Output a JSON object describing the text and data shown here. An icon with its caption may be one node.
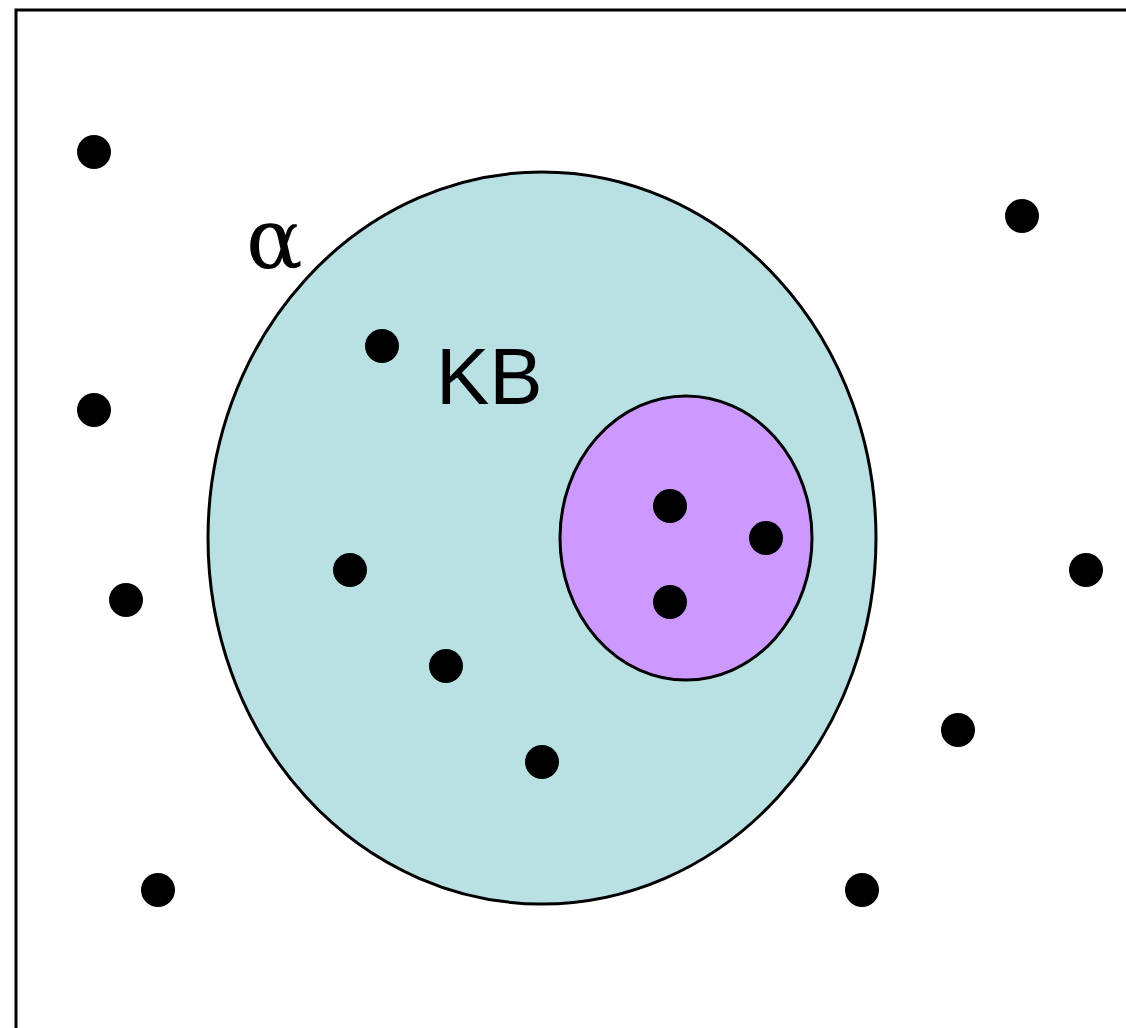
{
  "diagram": {
    "nodes": [
      {
        "text": [
          "α"
        ]
      },
      {
        "text": [
          "KB"
        ],
        "in": 0
      }
    ]
  }
}
